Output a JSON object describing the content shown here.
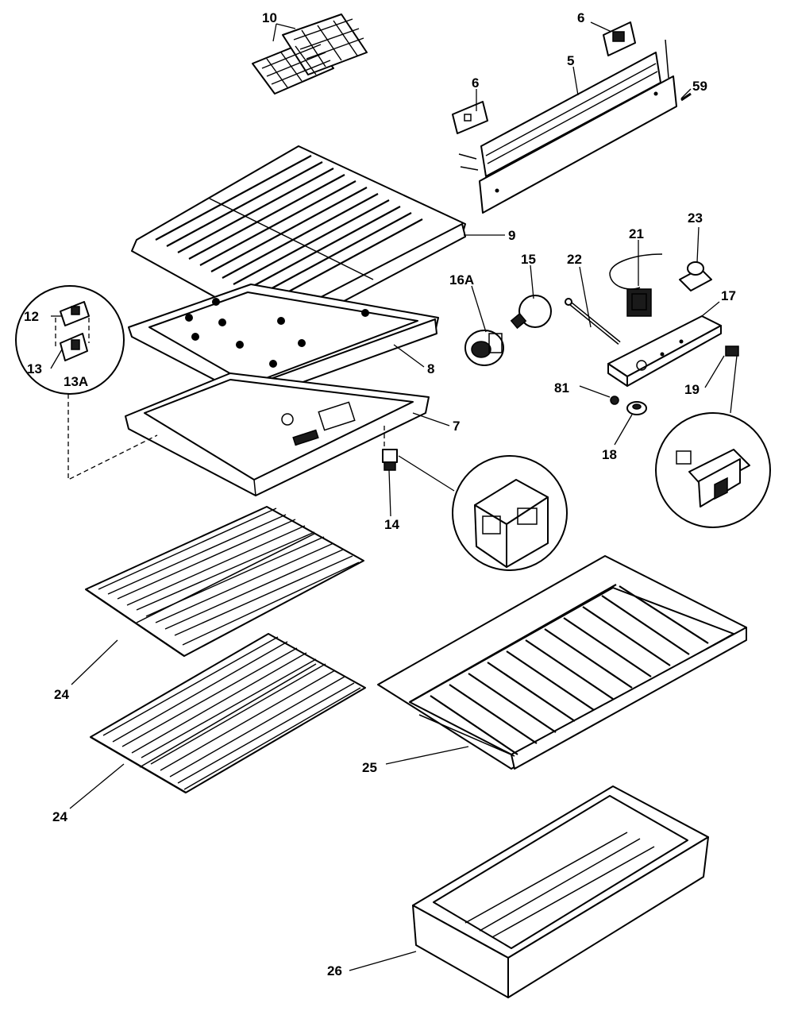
{
  "callouts": {
    "c10": "10",
    "c6_top": "6",
    "c5": "5",
    "c59": "59",
    "c6_left": "6",
    "c9": "9",
    "c23": "23",
    "c21": "21",
    "c15": "15",
    "c22": "22",
    "c16a": "16A",
    "c17": "17",
    "c12": "12",
    "c8": "8",
    "c13": "13",
    "c13a": "13A",
    "c81": "81",
    "c19": "19",
    "c7": "7",
    "c18": "18",
    "c14": "14",
    "c24_upper": "24",
    "c25": "25",
    "c24_lower": "24",
    "c26": "26"
  }
}
